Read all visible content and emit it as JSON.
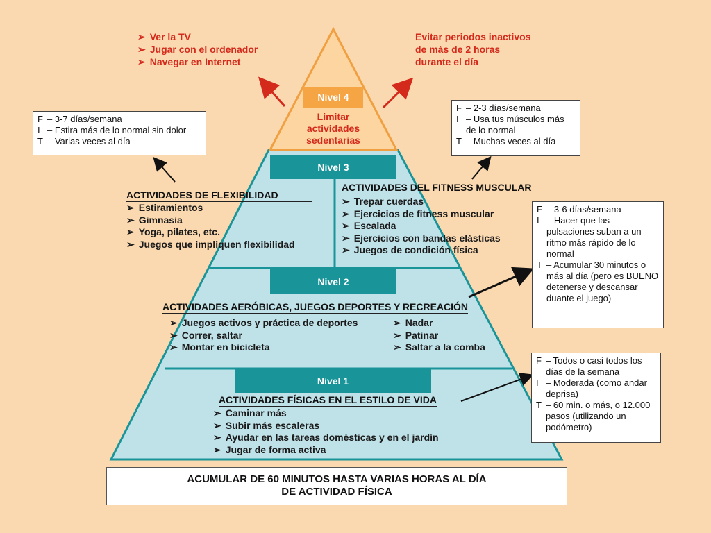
{
  "top_left_list": [
    "Ver la TV",
    "Jugar con el ordenador",
    "Navegar en Internet"
  ],
  "top_right_text": [
    "Evitar periodos inactivos",
    "de más de 2 horas",
    "durante el día"
  ],
  "level4": {
    "label": "Nivel 4",
    "text": [
      "Limitar",
      "actividades",
      "sedentarias"
    ]
  },
  "level3": {
    "label": "Nivel 3",
    "left_title": "ACTIVIDADES DE FLEXIBILIDAD",
    "left_items": [
      "Estiramientos",
      "Gimnasia",
      "Yoga, pilates, etc.",
      "Juegos que impliquen flexibilidad"
    ],
    "right_title": "ACTIVIDADES DEL FITNESS MUSCULAR",
    "right_items": [
      "Trepar cuerdas",
      "Ejercicios de fitness muscular",
      "Escalada",
      "Ejercicios con bandas elásticas",
      "Juegos de condición física"
    ]
  },
  "level2": {
    "label": "Nivel 2",
    "title": "ACTIVIDADES AERÓBICAS, JUEGOS DEPORTES Y RECREACIÓN",
    "left_items": [
      "Juegos activos y práctica de deportes",
      "Correr, saltar",
      "Montar en bicicleta"
    ],
    "right_items": [
      "Nadar",
      "Patinar",
      "Saltar a la comba"
    ]
  },
  "level1": {
    "label": "Nivel 1",
    "title": "ACTIVIDADES FÍSICAS EN EL ESTILO DE VIDA",
    "items": [
      "Caminar más",
      "Subir más escaleras",
      "Ayudar en las tareas domésticas y en el jardín",
      "Jugar de forma activa"
    ]
  },
  "box_flex": [
    {
      "k": "F",
      "v": "– 3-7 días/semana"
    },
    {
      "k": "I",
      "v": "– Estira más de lo normal sin dolor"
    },
    {
      "k": "T",
      "v": "– Varias veces al día"
    }
  ],
  "box_musc": [
    {
      "k": "F",
      "v": "– 2-3 días/semana"
    },
    {
      "k": "I",
      "v": "– Usa tus músculos más de lo normal"
    },
    {
      "k": "T",
      "v": "– Muchas veces al día"
    }
  ],
  "box_aero": [
    {
      "k": "F",
      "v": "– 3-6 días/semana"
    },
    {
      "k": "I",
      "v": "– Hacer que las pulsaciones suban a un ritmo más rápido de lo normal"
    },
    {
      "k": "T",
      "v": "– Acumular 30 minutos o más al día (pero es BUENO detenerse y descansar duante el juego)"
    }
  ],
  "box_life": [
    {
      "k": "F",
      "v": "– Todos o casi todos los días de la semana"
    },
    {
      "k": "I",
      "v": "– Moderada (como andar deprisa)"
    },
    {
      "k": "T",
      "v": "– 60 min. o más, o 12.000 pasos (utilizando un podómetro)"
    }
  ],
  "footer": [
    "ACUMULAR DE 60 MINUTOS HASTA VARIAS HORAS AL DÍA",
    "DE ACTIVIDAD FÍSICA"
  ],
  "colors": {
    "apex": "#fcd5a0",
    "apex_border": "#f0a040",
    "apex_label": "#f6a545",
    "body": "#bfe1e8",
    "teal": "#19959a",
    "red": "#d42a1c",
    "background": "#fbd9b0"
  }
}
